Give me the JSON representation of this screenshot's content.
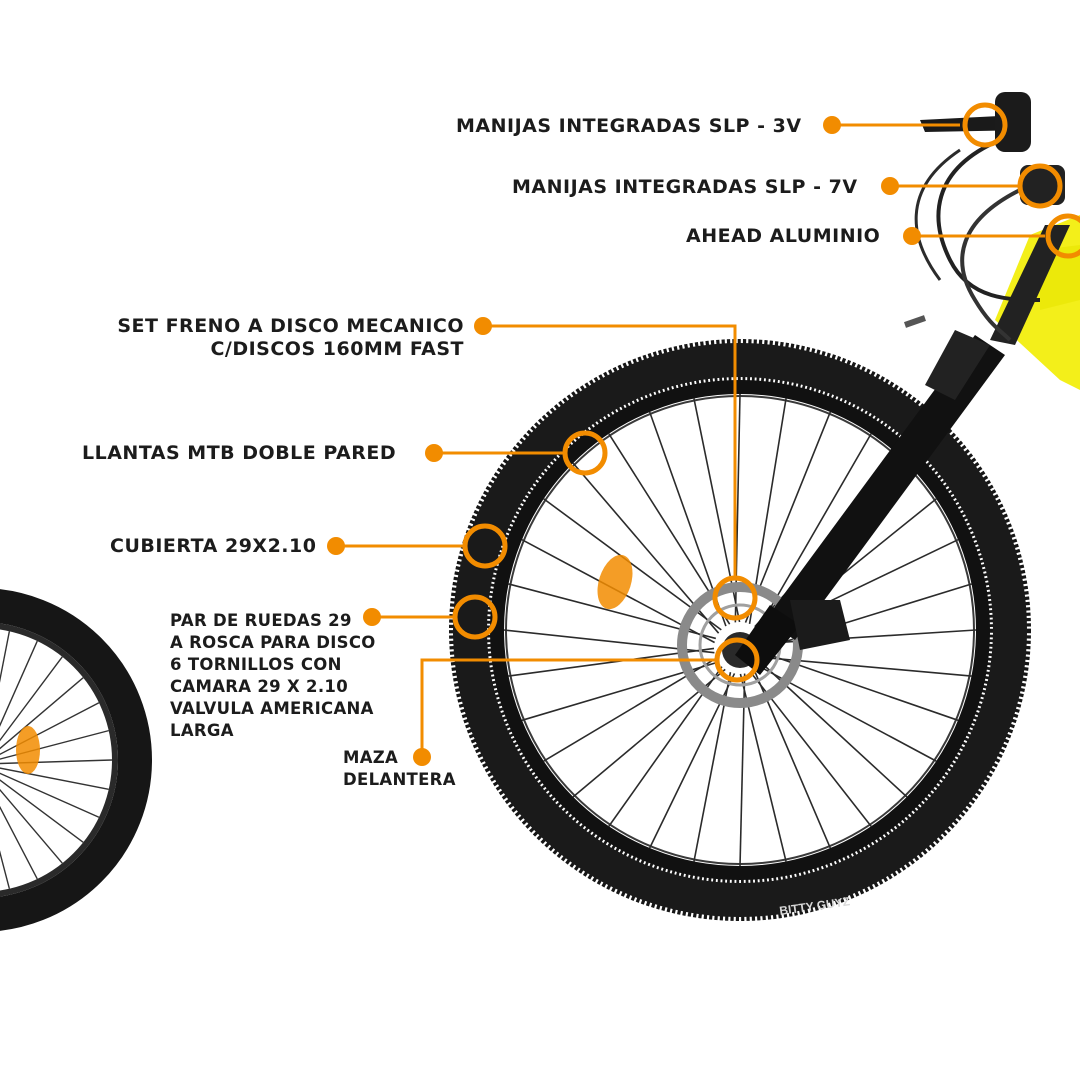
{
  "colors": {
    "accent": "#f28c00",
    "frame": "#f3ef1a",
    "tire": "#161616",
    "text": "#1c1c1c"
  },
  "callouts": {
    "shifter_3v": "MANIJAS INTEGRADAS SLP - 3V",
    "shifter_7v": "MANIJAS INTEGRADAS SLP - 7V",
    "headset": "AHEAD ALUMINIO",
    "disc_brake": [
      "SET FRENO A DISCO MECANICO",
      "C/DISCOS 160MM FAST"
    ],
    "rims": "LLANTAS MTB DOBLE PARED",
    "tire": "CUBIERTA 29X2.10",
    "wheels": [
      "PAR DE RUEDAS 29",
      "A ROSCA PARA DISCO",
      "6 TORNILLOS CON",
      "CAMARA 29 X 2.10",
      "VALVULA AMERICANA",
      "LARGA"
    ],
    "hub": [
      "MAZA",
      "DELANTERA"
    ]
  },
  "tire_brand": "BITTY GUYZ"
}
